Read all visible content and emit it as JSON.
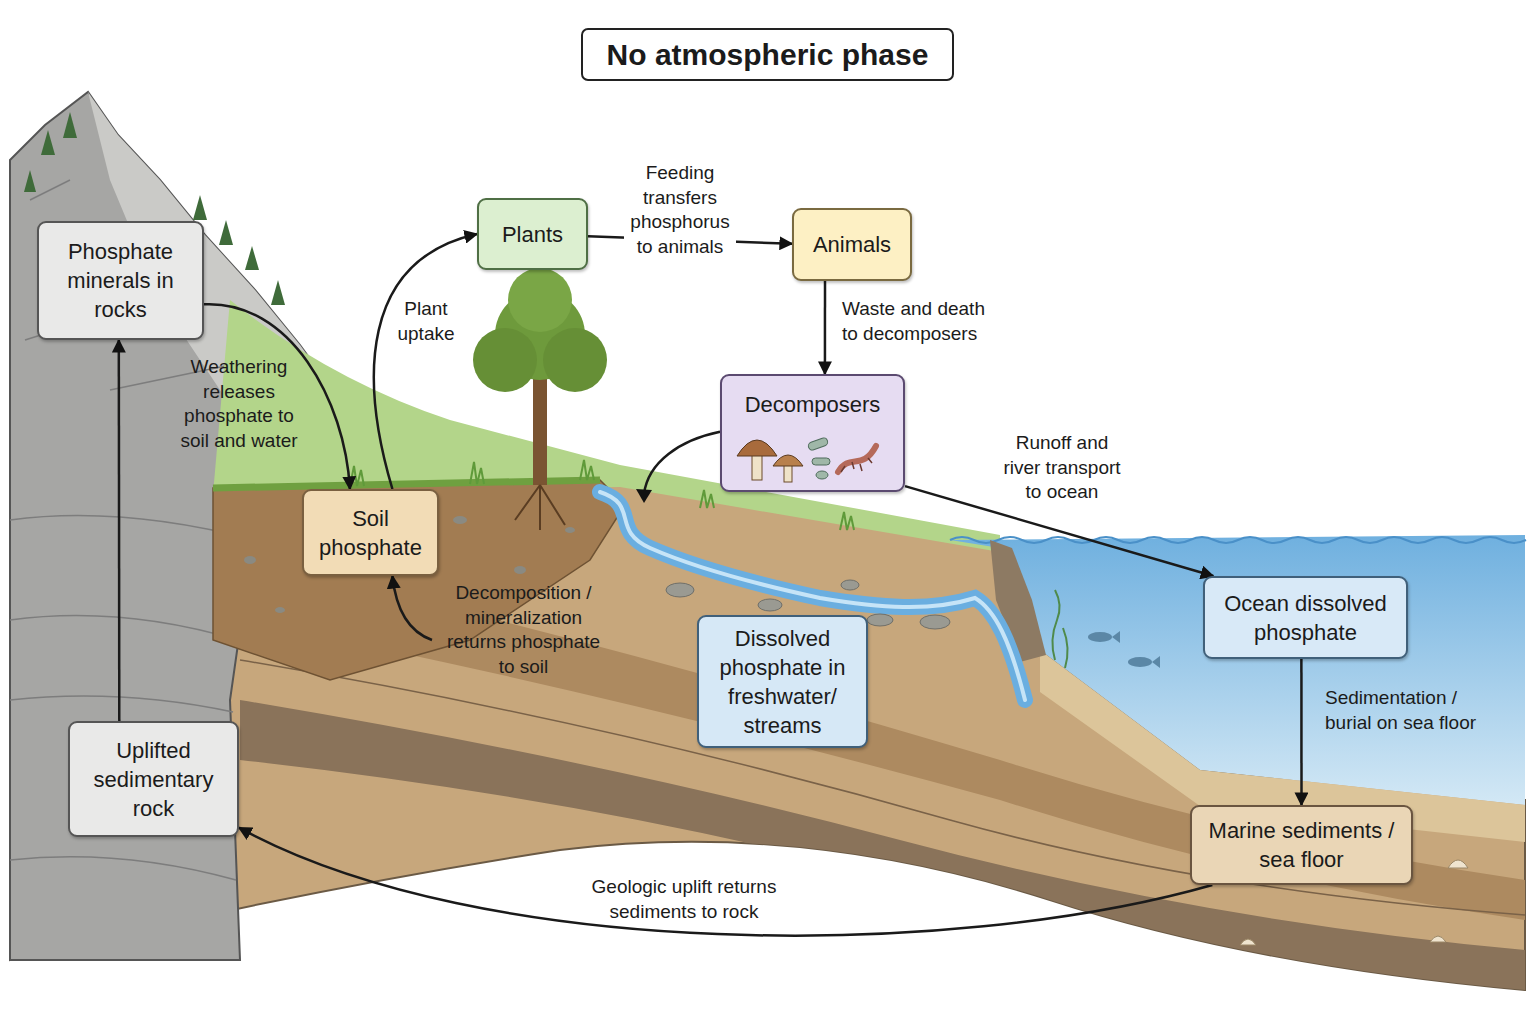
{
  "diagram": {
    "title": "No atmospheric phase",
    "nodes": [
      {
        "text": [
          "Phosphate minerals in rocks"
        ]
      },
      {
        "text": [
          "Plants"
        ]
      },
      {
        "text": [
          "Animals"
        ]
      },
      {
        "text": [
          "Decomposers"
        ]
      },
      {
        "text": [
          "Soil phosphate"
        ]
      },
      {
        "text": [
          "Ocean dissolved phosphate"
        ]
      },
      {
        "text": [
          "Dissolved phosphate in freshwater/ streams"
        ]
      },
      {
        "text": [
          "Uplifted sedimentary rock"
        ]
      },
      {
        "text": [
          "Marine sediments / sea floor"
        ]
      }
    ],
    "edges": [
      {
        "from": 0,
        "to": 4,
        "label": "Weathering releases phosphate to soil and water",
        "arrow": "to"
      },
      {
        "from": 4,
        "to": 1,
        "label": "Plant uptake",
        "arrow": "to"
      },
      {
        "from": 1,
        "to": 2,
        "label": "Feeding transfers phosphorus to animals",
        "arrow": "to"
      },
      {
        "from": 2,
        "to": 3,
        "label": "Waste and death to decomposers",
        "arrow": "to"
      },
      {
        "from": 3,
        "to": 4,
        "label": "Decomposition / mineralization returns phosphate to soil",
        "arrow": "to"
      },
      {
        "from": 3,
        "to": 5,
        "label": "Runoff and river transport to ocean",
        "arrow": "to"
      },
      {
        "from": 5,
        "to": 8,
        "label": "Sedimentation / burial on sea floor",
        "arrow": "to"
      },
      {
        "from": 8,
        "to": 7,
        "label": "Geologic uplift returns sediments to rock",
        "arrow": "to"
      },
      {
        "from": 7,
        "to": 0,
        "arrow": "to"
      }
    ]
  }
}
